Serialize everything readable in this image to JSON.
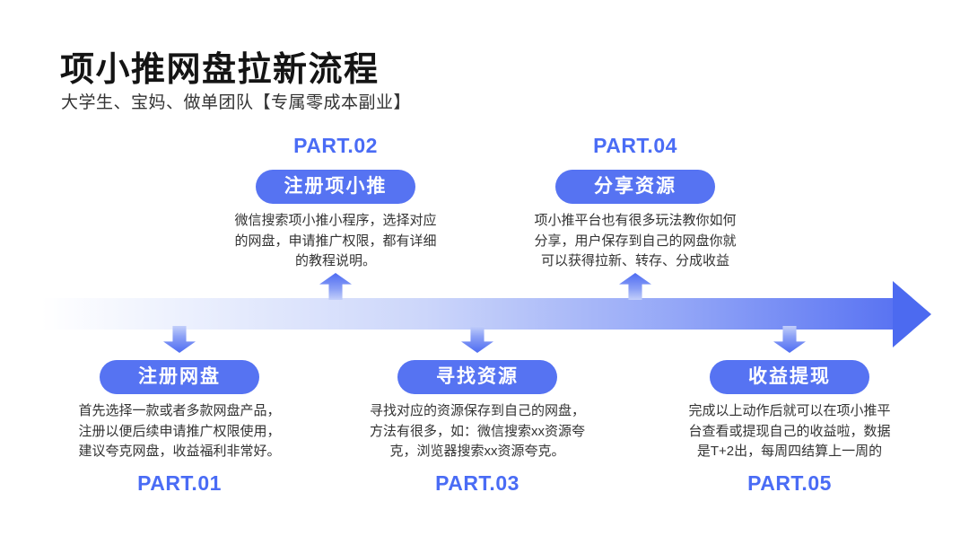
{
  "header": {
    "title": "项小推网盘拉新流程",
    "subtitle": "大学生、宝妈、做单团队【专属零成本副业】"
  },
  "timeline": {
    "direction": "left-to-right",
    "band_gradient_start": "#ffffff",
    "band_gradient_end": "#5a74f2",
    "arrowhead_color": "#4c6af0"
  },
  "colors": {
    "accent_blue": "#4a6cf5",
    "pill_blue": "#5673f2",
    "title_dark": "#141414",
    "desc_gray": "#333333"
  },
  "steps": [
    {
      "part": "PART.01",
      "label": "注册网盘",
      "placement": "below",
      "desc_lines": [
        "首先选择一款或者多款网盘产品，",
        "注册以便后续申请推广权限使用，",
        "建议夸克网盘，收益福利非常好。"
      ]
    },
    {
      "part": "PART.02",
      "label": "注册项小推",
      "placement": "above",
      "desc_lines": [
        "微信搜索项小推小程序，选择对应",
        "的网盘，申请推广权限，都有详细",
        "的教程说明。"
      ]
    },
    {
      "part": "PART.03",
      "label": "寻找资源",
      "placement": "below",
      "desc_lines": [
        "寻找对应的资源保存到自己的网盘，",
        "方法有很多，如：微信搜索xx资源夸",
        "克，浏览器搜索xx资源夸克。"
      ]
    },
    {
      "part": "PART.04",
      "label": "分享资源",
      "placement": "above",
      "desc_lines": [
        "项小推平台也有很多玩法教你如何",
        "分享，用户保存到自己的网盘你就",
        "可以获得拉新、转存、分成收益"
      ]
    },
    {
      "part": "PART.05",
      "label": "收益提现",
      "placement": "below",
      "desc_lines": [
        "完成以上动作后就可以在项小推平",
        "台查看或提现自己的收益啦，数据",
        "是T+2出，每周四结算上一周的"
      ]
    }
  ]
}
